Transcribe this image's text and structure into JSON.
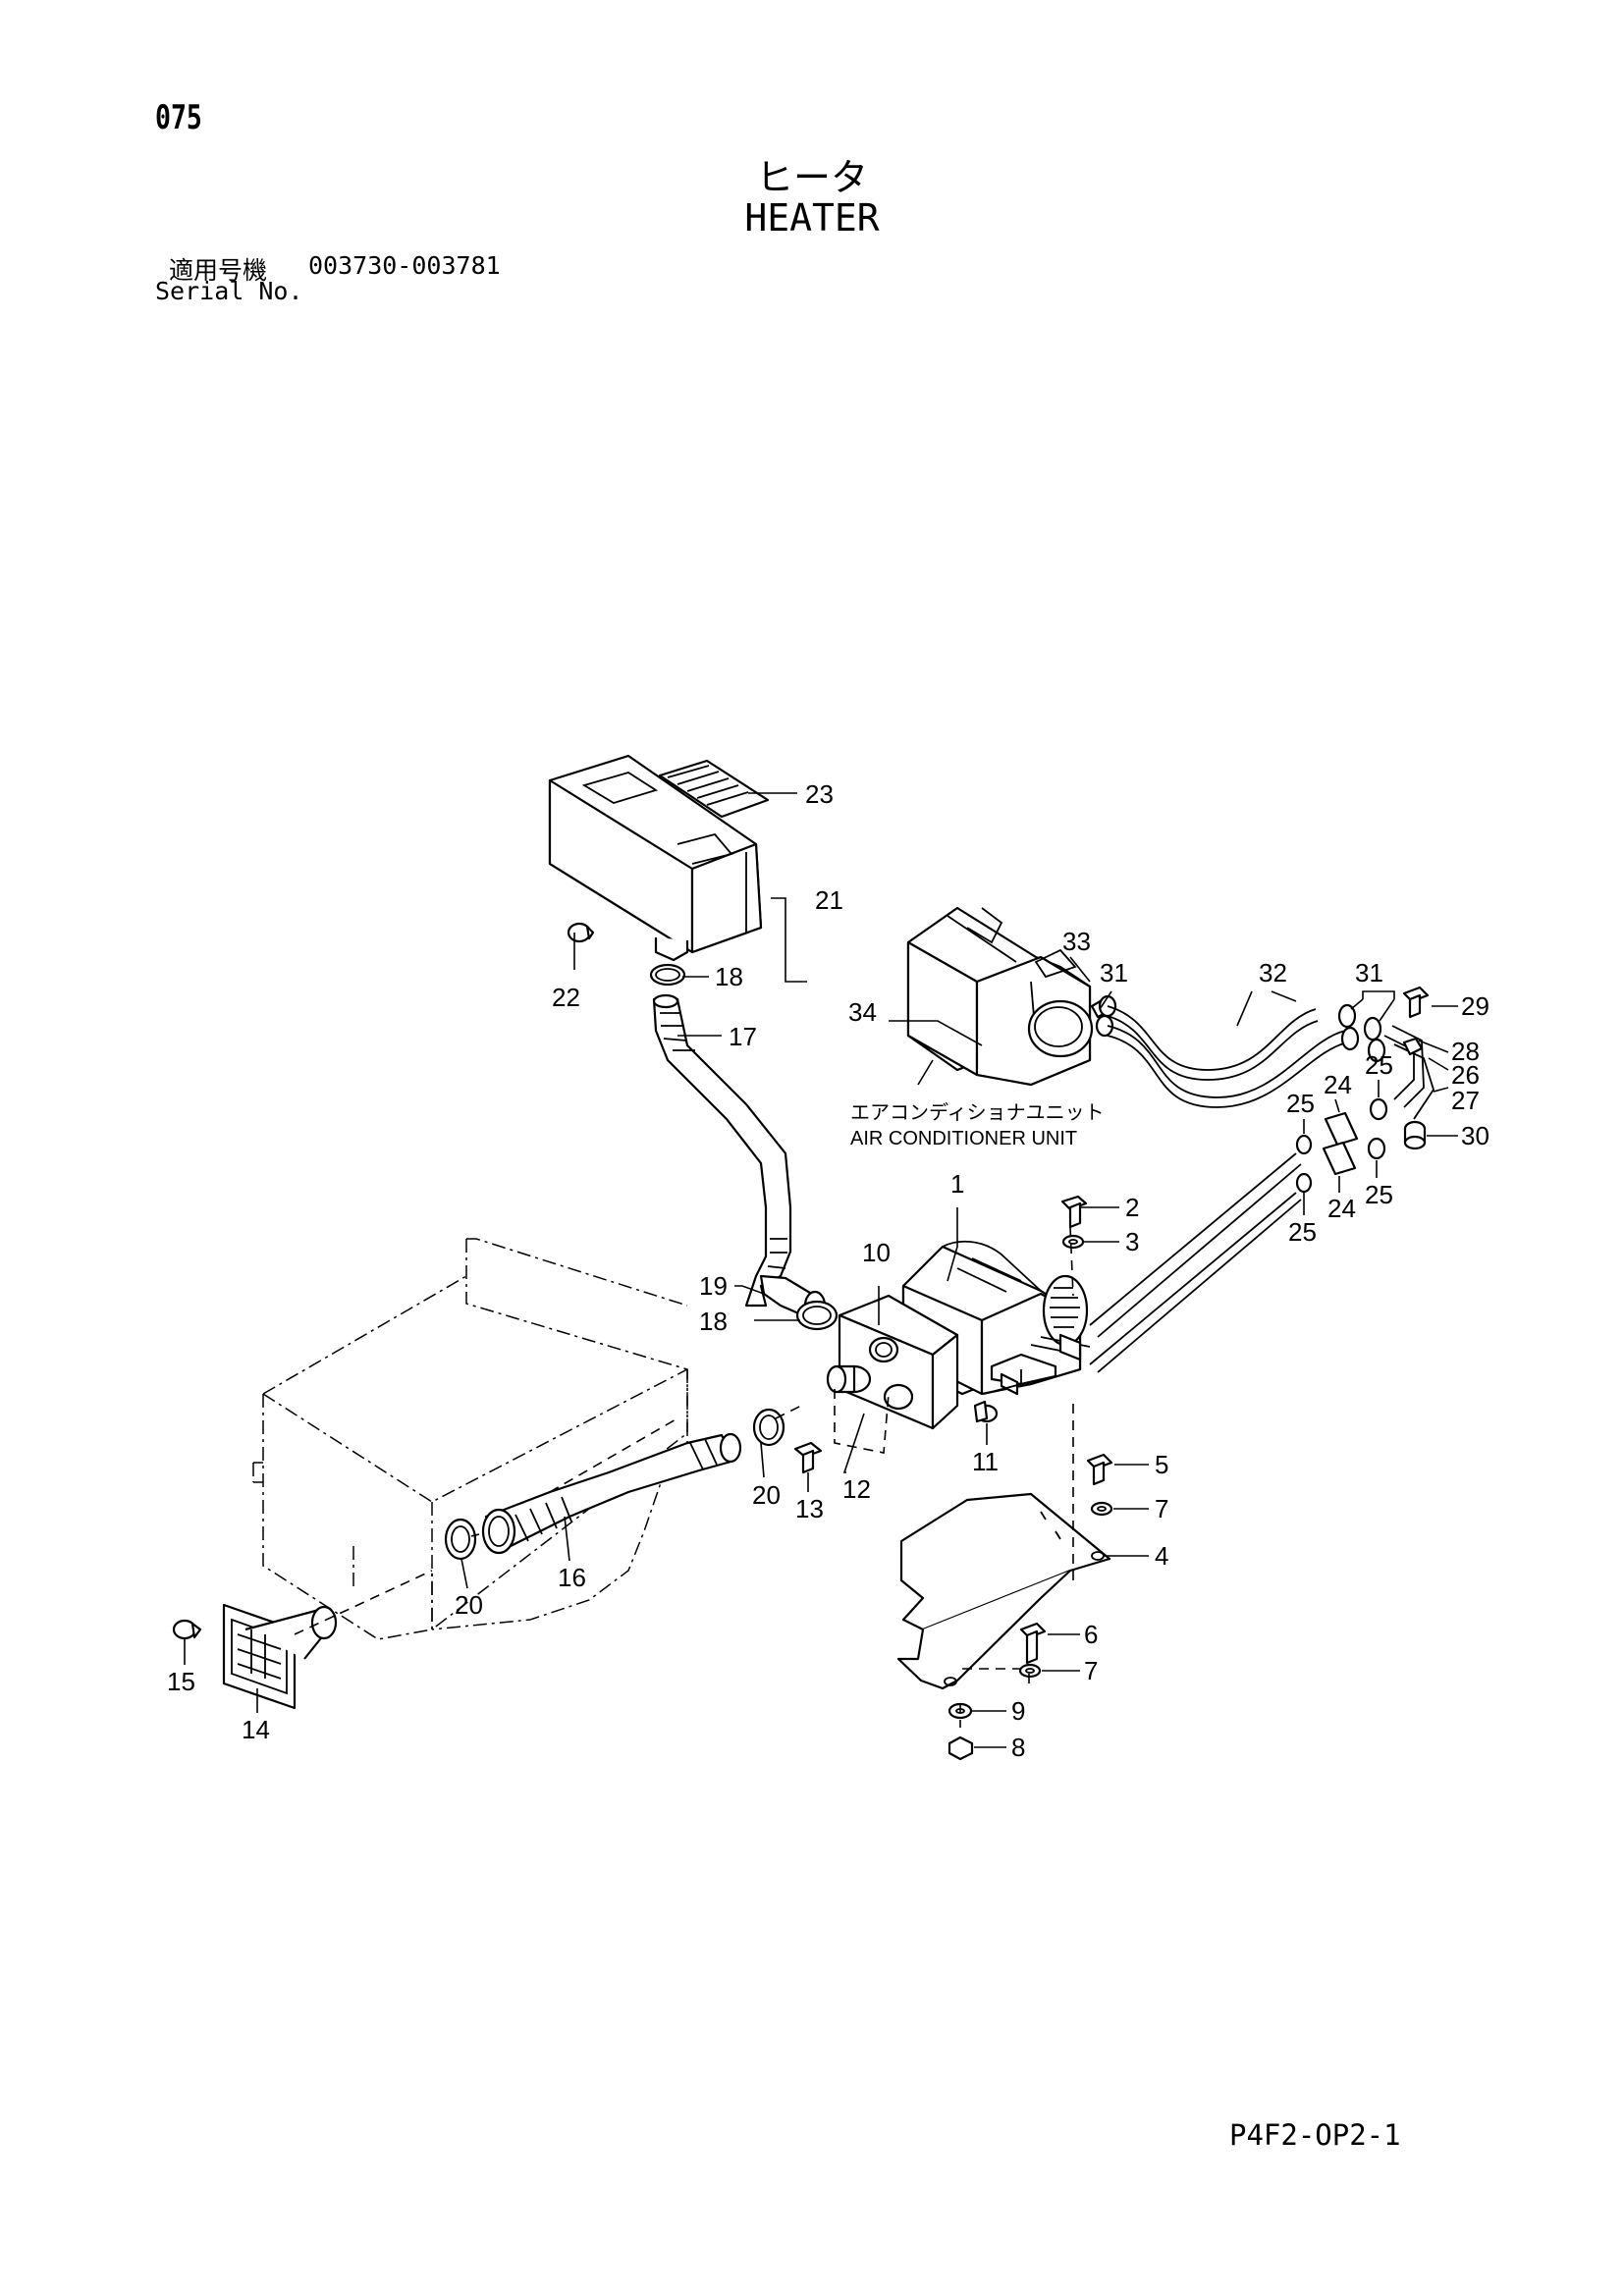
{
  "page_number": "075",
  "title_jp": "ヒータ",
  "title_en": "HEATER",
  "serial": {
    "label_jp": "適用号機",
    "range": "003730-003781",
    "label_en": "Serial No."
  },
  "footer_code": "P4F2-OP2-1",
  "unit_label_jp": "エアコンディショナユニット",
  "unit_label_en": "AIR CONDITIONER UNIT",
  "callouts": {
    "p1": "1",
    "p2": "2",
    "p3": "3",
    "p4": "4",
    "p5": "5",
    "p6": "6",
    "p7a": "7",
    "p7b": "7",
    "p8": "8",
    "p9": "9",
    "p10": "10",
    "p11": "11",
    "p12": "12",
    "p13": "13",
    "p14": "14",
    "p15": "15",
    "p16": "16",
    "p17": "17",
    "p18a": "18",
    "p18b": "18",
    "p19": "19",
    "p20a": "20",
    "p20b": "20",
    "p21": "21",
    "p22": "22",
    "p23": "23",
    "p24a": "24",
    "p24b": "24",
    "p25a": "25",
    "p25b": "25",
    "p25c": "25",
    "p25d": "25",
    "p26": "26",
    "p27": "27",
    "p28": "28",
    "p29": "29",
    "p30": "30",
    "p31a": "31",
    "p31b": "31",
    "p32": "32",
    "p33": "33",
    "p34": "34"
  }
}
